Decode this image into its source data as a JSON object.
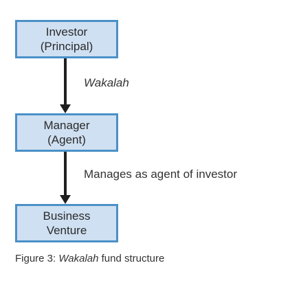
{
  "nodes": [
    {
      "line1": "Investor",
      "line2": "(Principal)"
    },
    {
      "line1": "Manager",
      "line2": "(Agent)"
    },
    {
      "line1": "Business",
      "line2": "Venture"
    }
  ],
  "edges": [
    {
      "label": "Wakalah"
    },
    {
      "label": "Manages as agent of investor"
    }
  ],
  "caption": {
    "prefix": "Figure 3: ",
    "italic": "Wakalah",
    "suffix": " fund structure"
  },
  "colors": {
    "node_fill": "#cfe0f2",
    "node_border": "#4a90c8",
    "arrow": "#1f1f1f"
  }
}
